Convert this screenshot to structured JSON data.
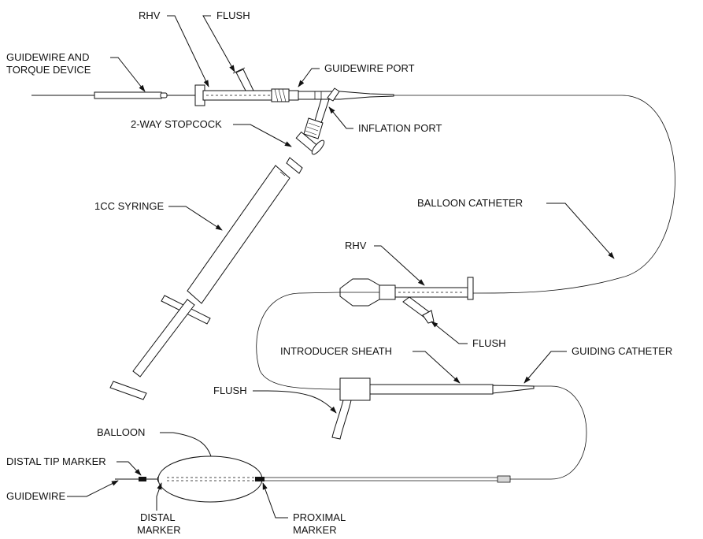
{
  "labels": {
    "rhv_top": "RHV",
    "flush_top": "FLUSH",
    "guidewire_torque_line1": "GUIDEWIRE AND",
    "guidewire_torque_line2": "TORQUE DEVICE",
    "guidewire_port": "GUIDEWIRE PORT",
    "two_way_stopcock": "2-WAY STOPCOCK",
    "inflation_port": "INFLATION PORT",
    "syringe": "1CC SYRINGE",
    "balloon_catheter": "BALLOON CATHETER",
    "rhv_mid": "RHV",
    "flush_mid": "FLUSH",
    "introducer_sheath": "INTRODUCER SHEATH",
    "guiding_catheter": "GUIDING CATHETER",
    "flush_bottom": "FLUSH",
    "balloon": "BALLOON",
    "distal_tip_marker": "DISTAL TIP MARKER",
    "guidewire": "GUIDEWIRE",
    "distal_marker_line1": "DISTAL",
    "distal_marker_line2": "MARKER",
    "proximal_marker_line1": "PROXIMAL",
    "proximal_marker_line2": "MARKER"
  }
}
